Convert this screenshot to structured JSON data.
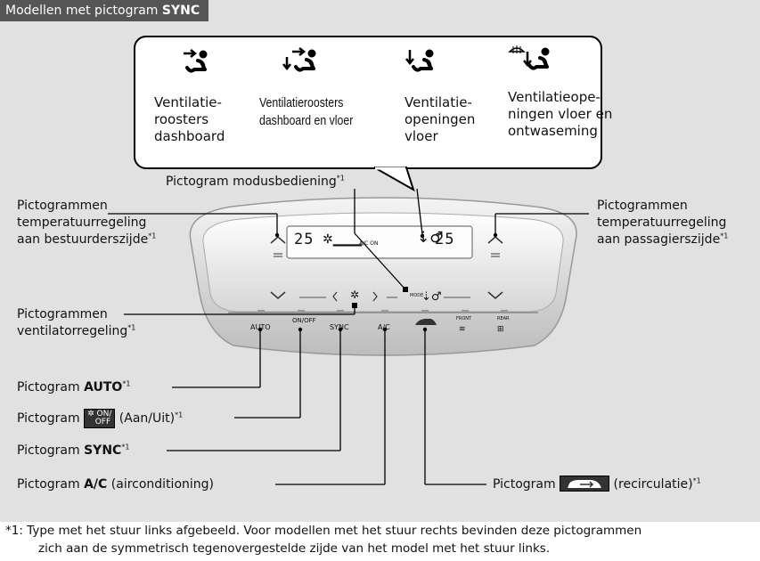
{
  "header": {
    "prefix": "Modellen met pictogram ",
    "bold": "SYNC"
  },
  "modes": [
    {
      "icon": "dashboard-vent-icon",
      "label": "Ventilatie-\nroosters\ndashboard"
    },
    {
      "icon": "dashboard-floor-vent-icon",
      "label": "Ventilatieroosters\ndashboard en vloer"
    },
    {
      "icon": "floor-vent-icon",
      "label": "Ventilatie-\nopeningen\nvloer"
    },
    {
      "icon": "floor-defrost-vent-icon",
      "label": "Ventilatieope-\nningen vloer en\nontwaseming"
    }
  ],
  "labels": {
    "mode_control": "Pictogram modusbediening",
    "driver_temp": "Pictogrammen\ntemperatuurregeling\naan bestuurderszijde",
    "passenger_temp": "Pictogrammen\ntemperatuurregeling\naan passagierszijde",
    "fan_control": "Pictogrammen\nventilatorregeling",
    "auto_prefix": "Pictogram ",
    "auto_bold": "AUTO",
    "onoff_prefix": "Pictogram ",
    "onoff_suffix": " (Aan/Uit)",
    "sync_prefix": "Pictogram ",
    "sync_bold": "SYNC",
    "ac_prefix": "Pictogram ",
    "ac_bold": "A/C",
    "ac_suffix": " (airconditioning)",
    "recirc_prefix": "Pictogram ",
    "recirc_suffix": " (recirculatie)",
    "footnote_mark": "*1"
  },
  "panel_display": {
    "left_temp": "25",
    "right_temp": "25",
    "ac_on": "A/C ON",
    "mode": "MODE"
  },
  "panel_buttons": [
    "AUTO",
    "ON/OFF",
    "SYNC",
    "A/C",
    "",
    "FRONT",
    "REAR"
  ],
  "onoff_icon_text": {
    "on": "ON/",
    "off": "OFF"
  },
  "footnote": {
    "mark": "*1:",
    "line1": " Type met het stuur links afgebeeld. Voor modellen met het stuur rechts bevinden deze pictogrammen",
    "line2": "zich aan de symmetrisch tegenovergestelde zijde van het model met het stuur links."
  }
}
